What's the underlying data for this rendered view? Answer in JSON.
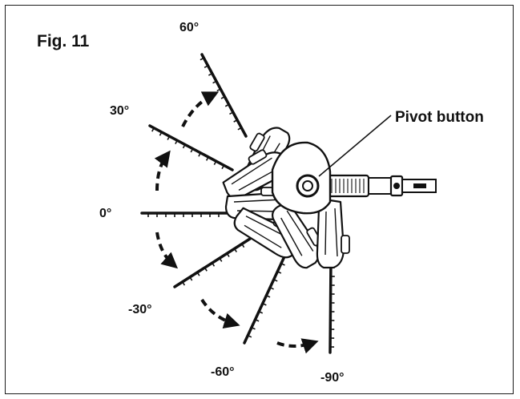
{
  "figure": {
    "title": "Fig. 11",
    "pivot_label": "Pivot button",
    "angles": [
      "60°",
      "30°",
      "0°",
      "-30°",
      "-60°",
      "-90°"
    ],
    "ink_color": "#111111",
    "background": "#ffffff"
  }
}
